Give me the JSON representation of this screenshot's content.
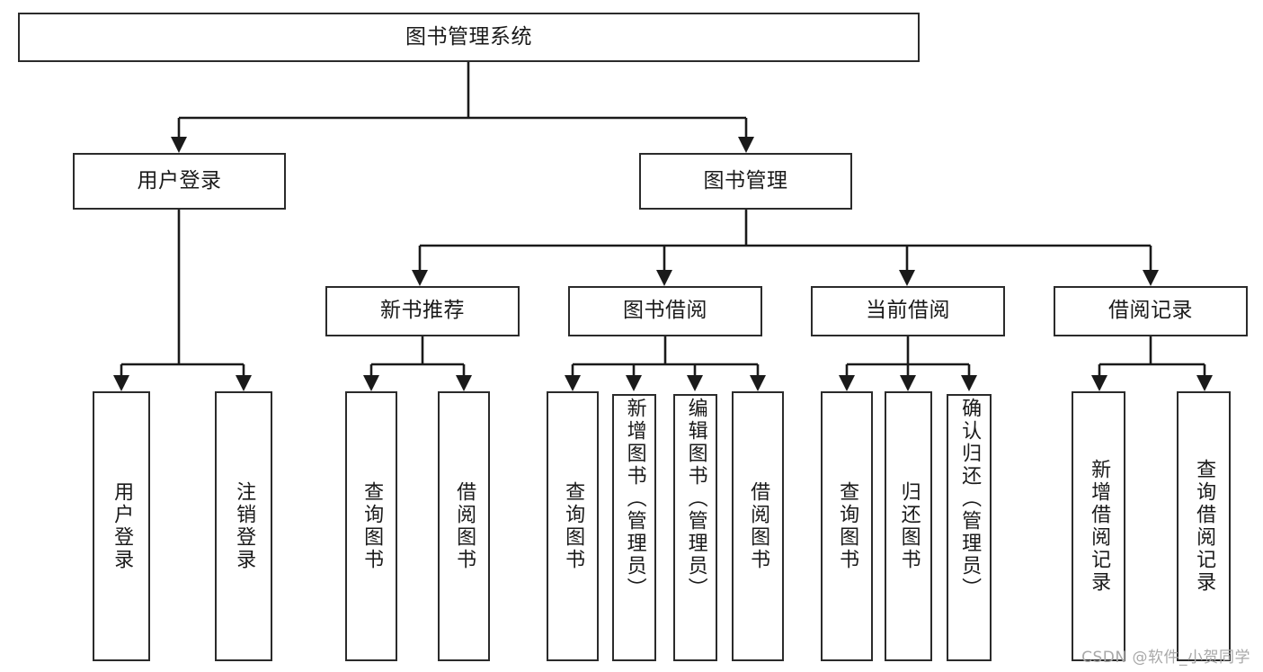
{
  "diagram": {
    "title": "图书管理系统",
    "type": "tree-hierarchy-chart",
    "colors": {
      "box_border": "#2b2b2b",
      "box_fill": "#ffffff",
      "connector": "#1a1a1a",
      "text": "#1a1a1a",
      "watermark": "#a8a8a8"
    },
    "root": {
      "label": "图书管理系统"
    },
    "level2": [
      {
        "label": "用户登录"
      },
      {
        "label": "图书管理"
      }
    ],
    "level3": [
      {
        "label": "新书推荐"
      },
      {
        "label": "图书借阅"
      },
      {
        "label": "当前借阅"
      },
      {
        "label": "借阅记录"
      }
    ],
    "leaves": {
      "user_login": [
        {
          "label": "用户登录"
        },
        {
          "label": "注销登录"
        }
      ],
      "new_book_recommend": [
        {
          "label": "查询图书"
        },
        {
          "label": "借阅图书"
        }
      ],
      "book_borrow": [
        {
          "label": "查询图书"
        },
        {
          "label": "新增图书（管理员）"
        },
        {
          "label": "编辑图书（管理员）"
        },
        {
          "label": "借阅图书"
        }
      ],
      "current_borrow": [
        {
          "label": "查询图书"
        },
        {
          "label": "归还图书"
        },
        {
          "label": "确认归还（管理员）"
        }
      ],
      "borrow_record": [
        {
          "label": "新增借阅记录"
        },
        {
          "label": "查询借阅记录"
        }
      ]
    },
    "watermark": "CSDN @软件_小贺同学"
  }
}
